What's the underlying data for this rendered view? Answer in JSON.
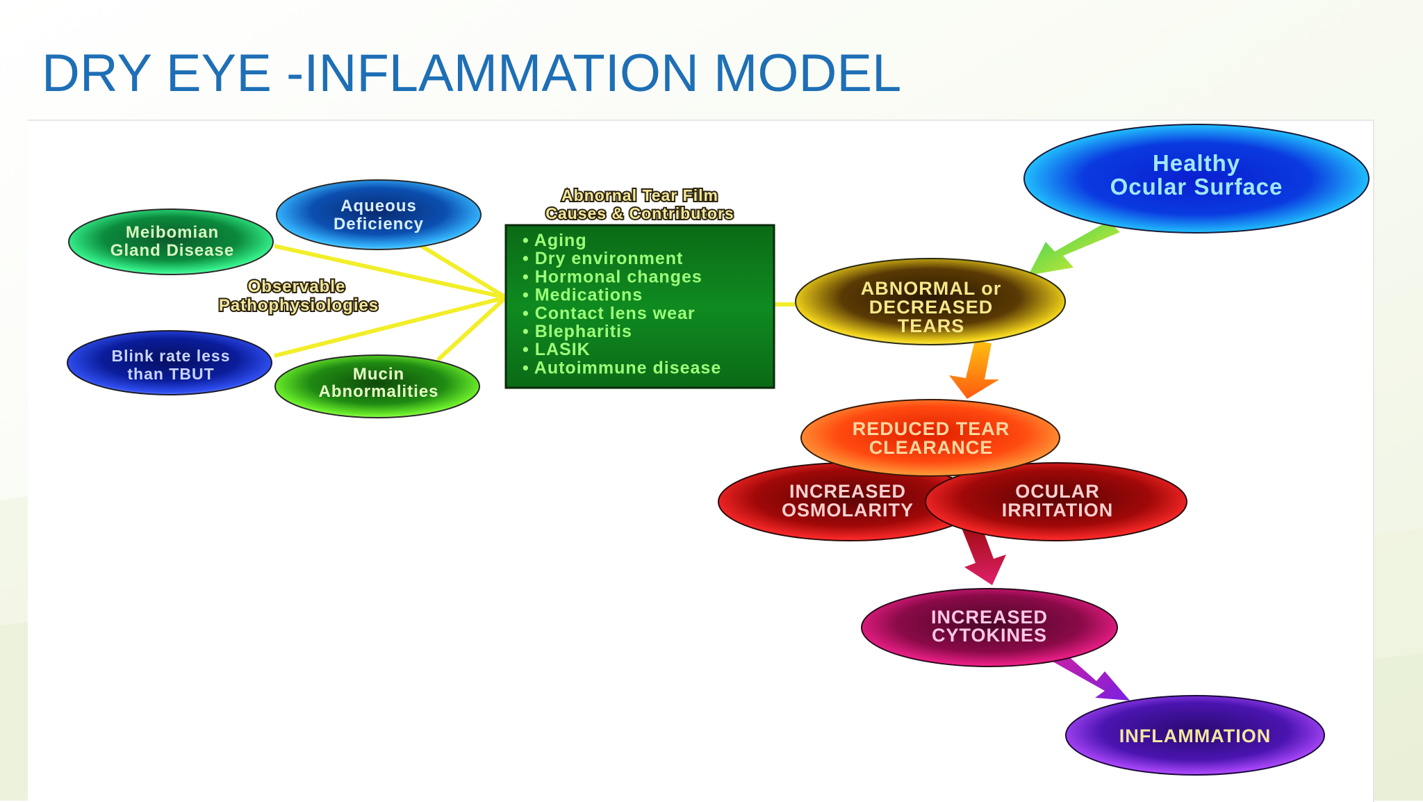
{
  "slide": {
    "title": "DRY EYE -INFLAMMATION MODEL"
  },
  "causes_box": {
    "header_line1": "Abnornal Tear Film",
    "header_line2": "Causes & Contributors",
    "items": [
      "Aging",
      "Dry environment",
      "Hormonal changes",
      "Medications",
      "Contact lens wear",
      "Blepharitis",
      "LASIK",
      "Autoimmune disease"
    ]
  },
  "pathophysiology_label": {
    "line1": "Observable",
    "line2": "Pathophysiologies"
  },
  "nodes": {
    "meibomian": {
      "line1": "Meibomian",
      "line2": "Gland Disease"
    },
    "aqueous": {
      "line1": "Aqueous",
      "line2": "Deficiency"
    },
    "blink": {
      "line1": "Blink rate less",
      "line2": "than TBUT"
    },
    "mucin": {
      "line1": "Mucin",
      "line2": "Abnormalities"
    },
    "healthy": {
      "line1": "Healthy",
      "line2": "Ocular Surface"
    },
    "abnormal_tears": {
      "line1": "ABNORMAL or",
      "line2": "DECREASED",
      "line3": "TEARS"
    },
    "reduced_clearance": {
      "line1": "REDUCED TEAR",
      "line2": "CLEARANCE"
    },
    "osmolarity": {
      "line1": "INCREASED",
      "line2": "OSMOLARITY"
    },
    "irritation": {
      "line1": "OCULAR",
      "line2": "IRRITATION"
    },
    "cytokines": {
      "line1": "INCREASED",
      "line2": "CYTOKINES"
    },
    "inflammation": {
      "line1": "INFLAMMATION"
    }
  },
  "colors": {
    "title": "#1e6fb5",
    "connector_yellow": "#f2ee2a",
    "causes_box": "#0f7a1c",
    "healthy": "#0b2bd6",
    "abnormal_tears": "#b09010",
    "reduced_clearance": "#ff4a10",
    "osmolarity": "#c01010",
    "cytokines": "#b0105a",
    "inflammation": "#5a14c8"
  }
}
